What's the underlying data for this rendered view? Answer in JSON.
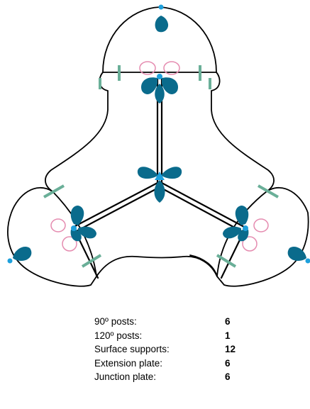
{
  "parts_list": [
    {
      "label": "90º posts:",
      "count": "6"
    },
    {
      "label": "120º posts:",
      "count": "1"
    },
    {
      "label": "Surface supports:",
      "count": "12"
    },
    {
      "label": "Extension plate:",
      "count": "6"
    },
    {
      "label": "Junction plate:",
      "count": "6"
    }
  ],
  "colors": {
    "outline": "#000000",
    "petal": "#0a6b8c",
    "connector_dot": "#1ea0dc",
    "ring": "#e58cb0",
    "bar": "#6aaf98"
  },
  "icons": {
    "petal": "teardrop-support",
    "ring": "pink-loop",
    "bar": "green-connector-bar",
    "dot": "blue-node"
  }
}
